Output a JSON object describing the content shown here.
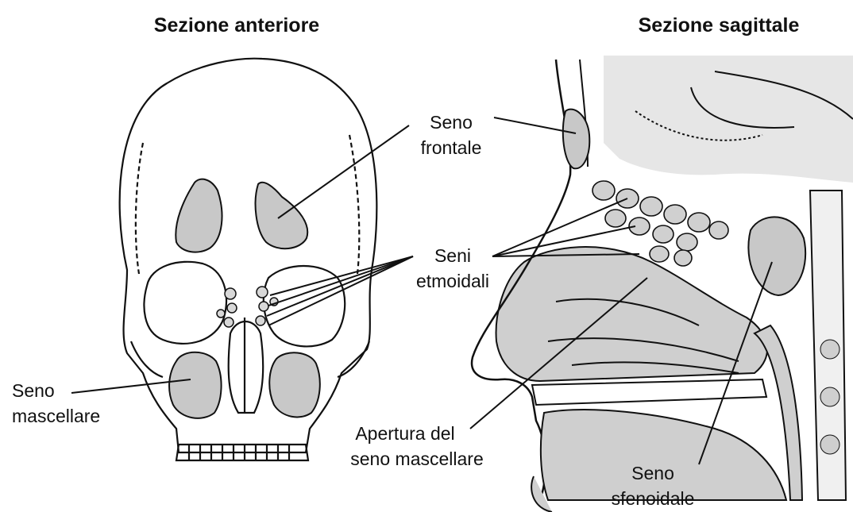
{
  "titles": {
    "anterior": "Sezione anteriore",
    "sagittal": "Sezione sagittale"
  },
  "labels": {
    "frontal_1": "Seno",
    "frontal_2": "frontale",
    "ethmoid_1": "Seni",
    "ethmoid_2": "etmoidali",
    "maxillary_1": "Seno",
    "maxillary_2": "mascellare",
    "opening_1": "Apertura del",
    "opening_2": "seno mascellare",
    "sphenoid_1": "Seno",
    "sphenoid_2": "sfenoidale"
  },
  "colors": {
    "sinus_fill": "#c8c8c8",
    "outline": "#111111",
    "cavity_fill": "#cfcfcf",
    "background": "#ffffff"
  }
}
